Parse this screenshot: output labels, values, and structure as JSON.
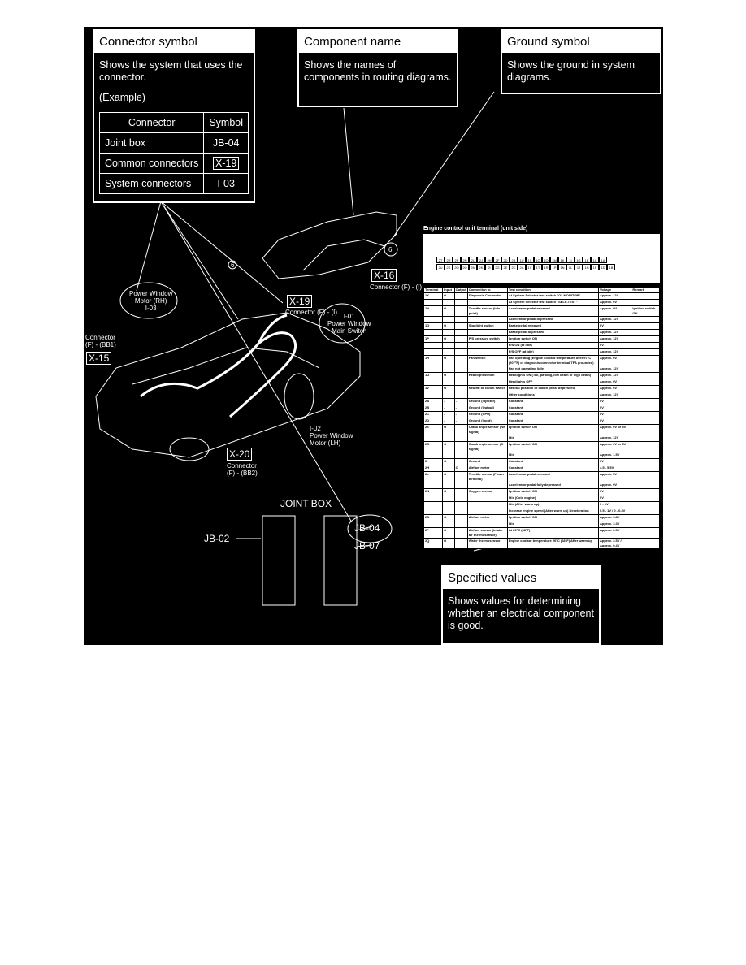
{
  "connector_callout": {
    "title": "Connector symbol",
    "body": "Shows the system that uses the connector.",
    "example": "(Example)",
    "table": {
      "headers": [
        "Connector",
        "Symbol"
      ],
      "rows": [
        {
          "connector": "Joint box",
          "symbol": "JB-04"
        },
        {
          "connector": "Common connectors",
          "symbol": "X-19"
        },
        {
          "connector": "System connectors",
          "symbol": "I-03"
        }
      ]
    }
  },
  "component_callout": {
    "title": "Component name",
    "body": "Shows the names of components in routing diagrams."
  },
  "ground_callout": {
    "title": "Ground symbol",
    "body": "Shows the ground in system diagrams."
  },
  "specified_callout": {
    "title": "Specified values",
    "body": "Shows values for determining whether an electrical component is good."
  },
  "labels": {
    "pw_rh": [
      "Power Window",
      "Motor (RH)",
      "I-03"
    ],
    "connector_left": [
      "Connector",
      "(F) - (BB1)"
    ],
    "x15": "X-15",
    "x19": "X-19",
    "x19_sub": "Connector (F) - (I)",
    "x16": "X-16",
    "x16_sub": "Connector (F) - (I)",
    "i01": [
      "I-01",
      "Power Window",
      "Main Switch"
    ],
    "i02": [
      "I-02",
      "Power Window",
      "Motor (LH)"
    ],
    "x20": "X-20",
    "x20_sub": [
      "Connector",
      "(F) - (BB2)"
    ],
    "ground_6a": "6",
    "ground_6b": "6",
    "joint_box": "JOINT BOX",
    "jb02": "JB-02",
    "jb04": "JB-04",
    "jb07": "JB-07"
  },
  "ecu": {
    "title": "Engine control unit terminal (unit side)",
    "pins_top": [
      "2T",
      "2R",
      "2P",
      "2N",
      "2L",
      "2J",
      "2H",
      "2F",
      "2D",
      "2B",
      "1U",
      "1S",
      "1Q",
      "1O",
      "1M",
      "1K",
      "1I",
      "1G",
      "1E",
      "1C",
      "1A"
    ],
    "pins_bottom": [
      "2U",
      "2S",
      "2Q",
      "2O",
      "2M",
      "2K",
      "2I",
      "2G",
      "2E",
      "2C",
      "2A",
      "1V",
      "1T",
      "1R",
      "1P",
      "1N",
      "1L",
      "1J",
      "1H",
      "1F",
      "1D",
      "1B"
    ],
    "headers": [
      "Terminal",
      "Input",
      "Output",
      "Connection to",
      "Test condition",
      "Voltage",
      "Remark"
    ],
    "rows": [
      [
        "1K",
        "O",
        "",
        "Diagnosis Connector",
        "At System Selector test switch \"O2 MONITOR\"",
        "Approx. 12V",
        ""
      ],
      [
        "",
        "",
        "",
        "",
        "At System Selector test switch \"SELF-TEST\"",
        "Approx. 0V",
        ""
      ],
      [
        "1N",
        "O",
        "",
        "Throttle sensor (idle point)",
        "Accelerator pedal released",
        "Approx. 0V",
        "Ignition switch ON"
      ],
      [
        "",
        "",
        "",
        "",
        "Accelerator pedal depressed",
        "Approx. 12V",
        ""
      ],
      [
        "1O",
        "O",
        "",
        "Stoplight switch",
        "Brake pedal released",
        "0V",
        ""
      ],
      [
        "",
        "",
        "",
        "",
        "Brake pedal depressed",
        "Approx. 12V",
        ""
      ],
      [
        "1P",
        "O",
        "",
        "P/S pressure switch",
        "Ignition switch ON",
        "Approx. 12V",
        ""
      ],
      [
        "",
        "",
        "",
        "",
        "P/S ON (at idle)",
        "0V",
        ""
      ],
      [
        "",
        "",
        "",
        "",
        "P/S OFF (at idle)",
        "Approx. 12V",
        ""
      ],
      [
        "1R",
        "O",
        "",
        "Fan switch",
        "Fan operating (Engine coolant temperature over 97°C (207°F) or diagnosis connector terminal TFA grounded)",
        "Approx. 0V",
        ""
      ],
      [
        "",
        "",
        "",
        "",
        "Fan not operating (idle)",
        "Approx. 12V",
        ""
      ],
      [
        "1U",
        "O",
        "",
        "Headlight switch",
        "Headlights ON (Tail, parking, low beam or high beam)",
        "Approx. 12V",
        ""
      ],
      [
        "",
        "",
        "",
        "",
        "Headlights OFF",
        "Approx. 0V",
        ""
      ],
      [
        "1V",
        "O",
        "",
        "Neutral or clutch switch",
        "Neutral position or clutch pedal depressed",
        "Approx. 0V",
        ""
      ],
      [
        "",
        "",
        "",
        "",
        "Other conditions",
        "Approx. 12V",
        ""
      ],
      [
        "2A",
        "-",
        "-",
        "Ground (Injector)",
        "Constant",
        "0V",
        ""
      ],
      [
        "2B",
        "-",
        "-",
        "Ground (Output)",
        "Constant",
        "0V",
        ""
      ],
      [
        "2C",
        "-",
        "-",
        "Ground (CPU)",
        "Constant",
        "0V",
        ""
      ],
      [
        "2D",
        "-",
        "-",
        "Ground (Input)",
        "Constant",
        "0V",
        ""
      ],
      [
        "2E",
        "O",
        "",
        "Crank angle sensor (Ne signal)",
        "Ignition switch ON",
        "Approx. 0V or 5V",
        ""
      ],
      [
        "",
        "",
        "",
        "",
        "Idle",
        "Approx. 12V",
        ""
      ],
      [
        "2G",
        "O",
        "",
        "Crank angle sensor (G signal)",
        "Ignition switch ON",
        "Approx. 0V or 5V",
        ""
      ],
      [
        "",
        "",
        "",
        "",
        "Idle",
        "Approx. 1.5V",
        ""
      ],
      [
        "2I",
        "O",
        "",
        "Ground",
        "Constant",
        "0V",
        ""
      ],
      [
        "2H",
        "",
        "O",
        "Airflow meter",
        "Constant",
        "4.5 - 5.5V",
        ""
      ],
      [
        "2L",
        "O",
        "",
        "Throttle sensor (Power terminal)",
        "Accelerator pedal released",
        "Approx. 5V",
        ""
      ],
      [
        "",
        "",
        "",
        "",
        "Accelerator pedal fully depressed",
        "Approx. 0V",
        ""
      ],
      [
        "2N",
        "O",
        "",
        "Oxygen sensor",
        "Ignition switch ON",
        "0V",
        ""
      ],
      [
        "",
        "",
        "",
        "",
        "Idle (Cold engine)",
        "0V",
        ""
      ],
      [
        "",
        "",
        "",
        "",
        "Idle (After warm up)",
        "0 - 1V",
        ""
      ],
      [
        "",
        "",
        "",
        "",
        "Increase engine speed (After warm up) Deceleration",
        "0.5 - 1V / 0 - 0.4V",
        ""
      ],
      [
        "2O",
        "O",
        "",
        "Airflow meter",
        "Ignition switch ON",
        "Approx. 3.8V",
        ""
      ],
      [
        "",
        "",
        "",
        "",
        "Idle",
        "Approx. 3.3V",
        ""
      ],
      [
        "2P",
        "O",
        "",
        "Airflow sensor (intake air thermosensor)",
        "At 20°C (68°F)",
        "Approx. 2.5V",
        ""
      ],
      [
        "2Q",
        "O",
        "",
        "Water thermosensor",
        "Engine coolant temperature 20°C (68°F) After warm up",
        "Approx. 2.5V / Approx. 0.4V",
        ""
      ]
    ]
  }
}
